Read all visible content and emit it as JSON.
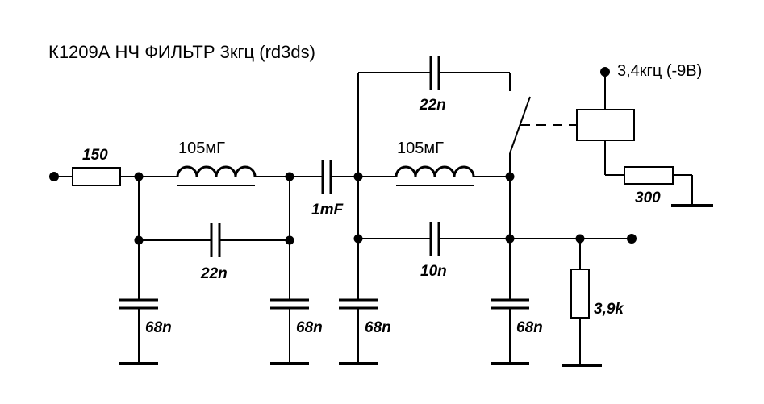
{
  "title": "К1209А НЧ ФИЛЬТР 3кгц (rd3ds)",
  "components": {
    "input_resistor": "150",
    "inductor_1": "105мГ",
    "inductor_2": "105мГ",
    "coupling_cap": "1mF",
    "bridge_cap_1": "22n",
    "bridge_cap_2": "10n",
    "switch_cap": "22n",
    "shunt_cap_1": "68n",
    "shunt_cap_2": "68n",
    "shunt_cap_3": "68n",
    "shunt_cap_4": "68n",
    "load_resistor": "3,9k",
    "relay_resistor": "300",
    "relay_supply": "3,4кгц (-9В)"
  }
}
